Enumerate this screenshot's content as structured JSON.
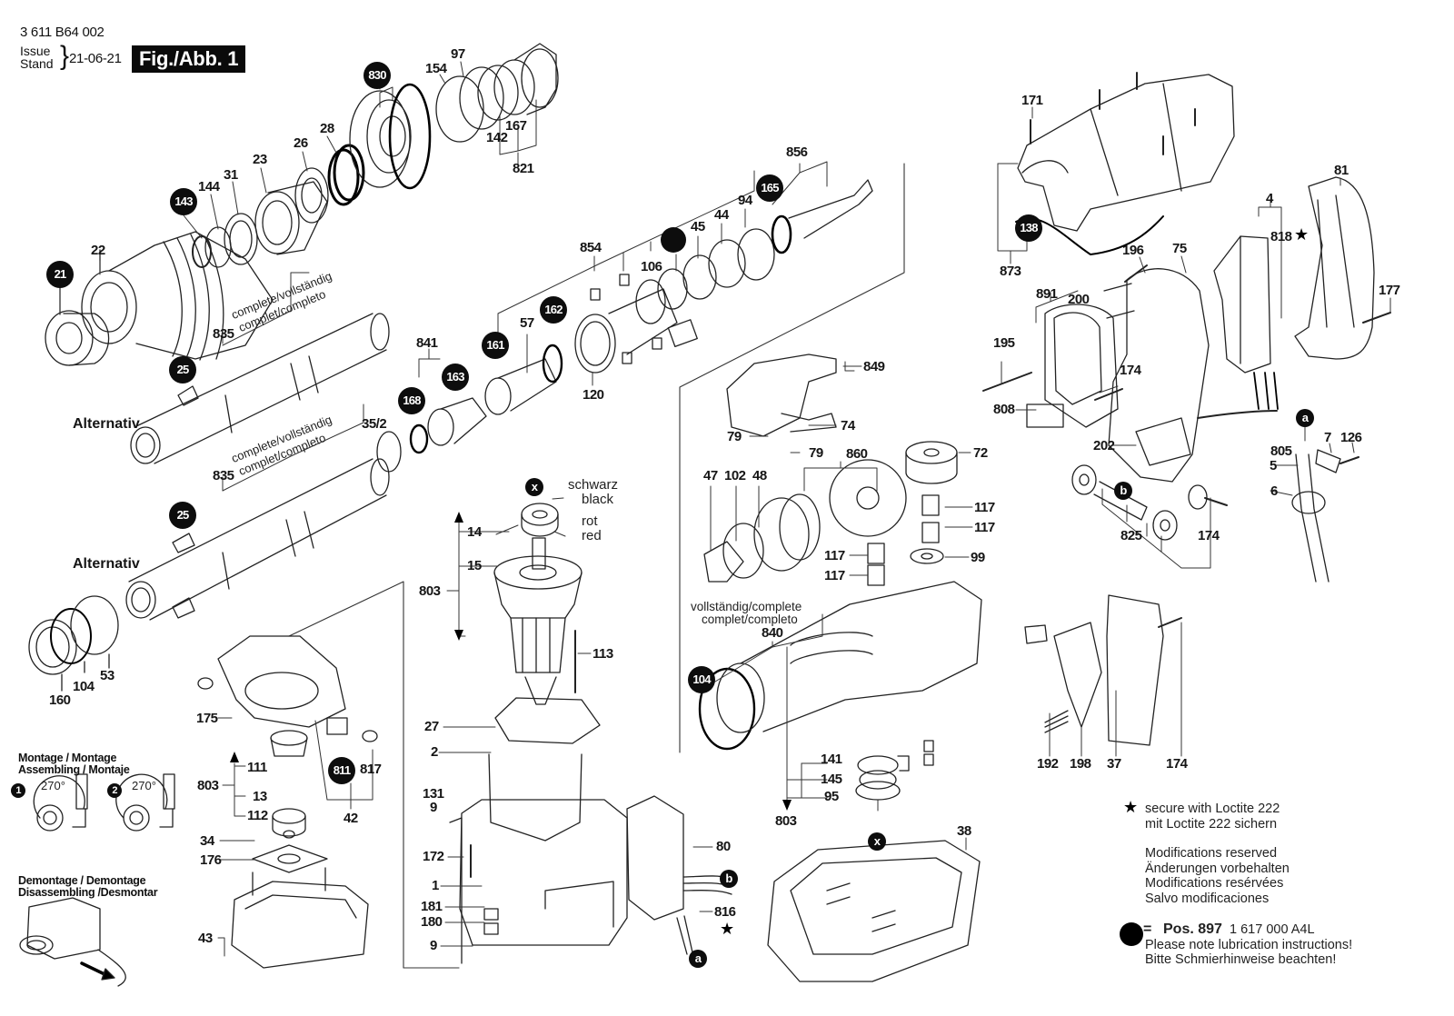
{
  "header": {
    "document_number": "3 611 B64 002",
    "issue_label": "Issue",
    "stand_label": "Stand",
    "issue_date": "21-06-21",
    "figure_title": "Fig./Abb. 1"
  },
  "section_labels": {
    "alternativ_1": "Alternativ",
    "alternativ_2": "Alternativ",
    "complete_1_line1": "complete/vollständig",
    "complete_1_line2": "complet/completo",
    "complete_2_line1": "complete/vollständig",
    "complete_2_line2": "complet/completo",
    "complete_3_line1": "vollständig/complete",
    "complete_3_line2": "complet/completo",
    "schwarz": "schwarz",
    "black": "black",
    "rot": "rot",
    "red": "red"
  },
  "montage": {
    "assembly_title_1": "Montage / Montage",
    "assembly_title_2": "Assembling / Montaje",
    "step_1": "1",
    "step_2": "2",
    "angle_1": "270°",
    "angle_2": "270°",
    "disassembly_title_1": "Demontage / Demontage",
    "disassembly_title_2": "Disassembling /Desmontar"
  },
  "badges": [
    {
      "id": "21"
    },
    {
      "id": "143"
    },
    {
      "id": "830"
    },
    {
      "id": "25"
    },
    {
      "id": "25"
    },
    {
      "id": "161"
    },
    {
      "id": "162"
    },
    {
      "id": "163"
    },
    {
      "id": "168"
    },
    {
      "id": "165"
    },
    {
      "id": "138"
    },
    {
      "id": "811"
    },
    {
      "id": "104"
    },
    {
      "id": ""
    }
  ],
  "markers": {
    "x_top": "x",
    "x_bottom": "x",
    "a_top": "a",
    "a_bottom": "a",
    "b_right": "b",
    "b_mid": "b"
  },
  "part_labels": [
    "22",
    "144",
    "31",
    "23",
    "26",
    "28",
    "154",
    "97",
    "142",
    "167",
    "821",
    "835",
    "835",
    "35/2",
    "841",
    "57",
    "120",
    "854",
    "106",
    "45",
    "44",
    "94",
    "856",
    "160",
    "104",
    "53",
    "14",
    "15",
    "803",
    "113",
    "175",
    "111",
    "13",
    "112",
    "803",
    "34",
    "176",
    "43",
    "817",
    "42",
    "27",
    "2",
    "131",
    "9",
    "172",
    "1",
    "181",
    "180",
    "9",
    "80",
    "816",
    "849",
    "74",
    "79",
    "79",
    "860",
    "72",
    "47",
    "102",
    "48",
    "117",
    "117",
    "117",
    "117",
    "99",
    "840",
    "141",
    "145",
    "95",
    "803",
    "38",
    "171",
    "873",
    "81",
    "4",
    "818",
    "177",
    "196",
    "75",
    "891",
    "200",
    "195",
    "174",
    "808",
    "202",
    "825",
    "174",
    "805",
    "5",
    "7",
    "126",
    "6",
    "192",
    "198",
    "37",
    "174"
  ],
  "legend": {
    "loctite_en": "secure with Loctite 222",
    "loctite_de": "mit Loctite 222 sichern",
    "mod_en": "Modifications reserved",
    "mod_de": "Änderungen vorbehalten",
    "mod_fr": "Modifications resérvées",
    "mod_es": "Salvo modificaciones",
    "pos_label": "Pos. 897",
    "pos_part_number": "1 617 000 A4L",
    "lube_en": "Please note lubrication instructions!",
    "lube_de": "Bitte Schmierhinweise beachten!",
    "equals": "="
  }
}
